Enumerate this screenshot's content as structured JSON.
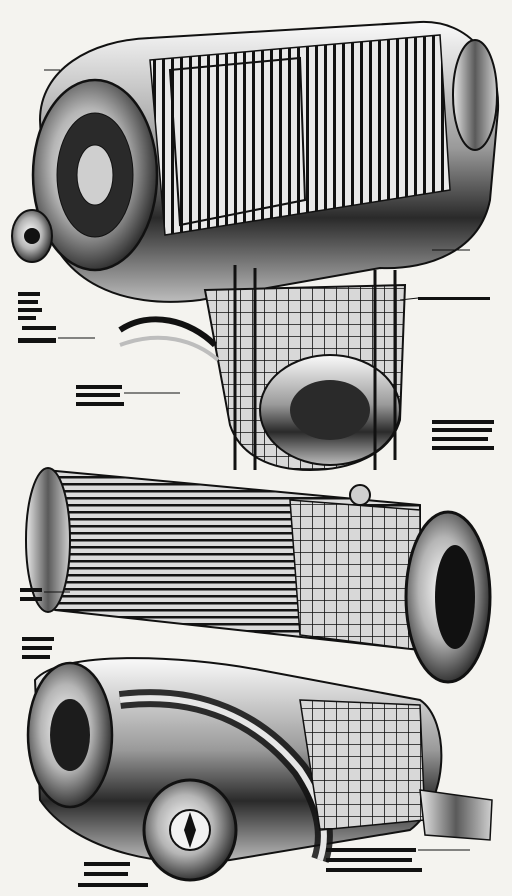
{
  "illustration": {
    "subject": "engine-cutaway-drawing",
    "style": "monochrome technical illustration",
    "colors": {
      "paper": "#f4f3ef",
      "ink": "#111111",
      "midtone": "#6f6f6f",
      "light": "#cfcfcf",
      "shadow": "#2a2a2a"
    },
    "callout_groups": [
      {
        "side": "left",
        "lines": 4
      },
      {
        "side": "left",
        "lines": 2
      },
      {
        "side": "left",
        "lines": 3
      },
      {
        "side": "right",
        "lines": 4
      },
      {
        "side": "right",
        "lines": 1
      },
      {
        "side": "left",
        "lines": 2
      },
      {
        "side": "left",
        "lines": 3
      },
      {
        "side": "bottom-left",
        "lines": 3
      },
      {
        "side": "bottom-right",
        "lines": 3
      }
    ]
  }
}
